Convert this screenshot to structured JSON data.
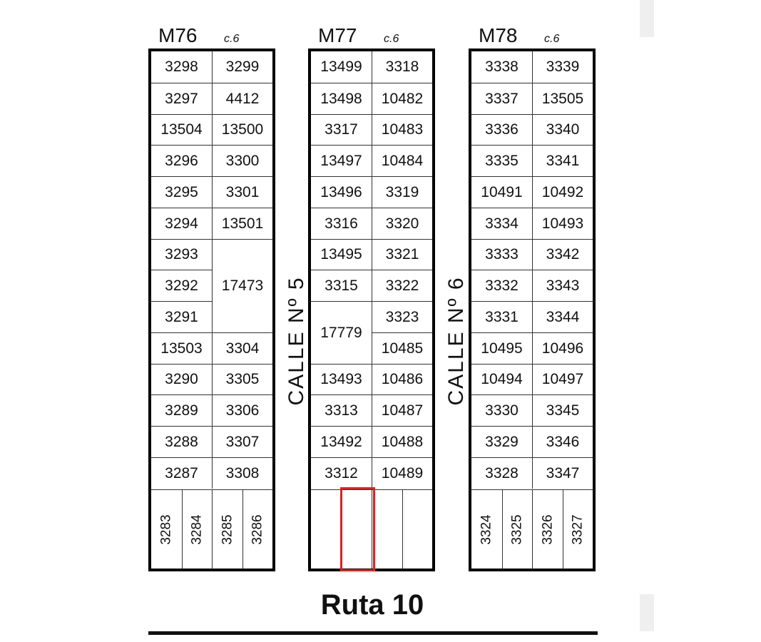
{
  "blocks": {
    "m76": {
      "label": "M76",
      "sub": "c.6",
      "rows": [
        [
          "3298",
          "3299"
        ],
        [
          "3297",
          "4412"
        ],
        [
          "13504",
          "13500"
        ],
        [
          "3296",
          "3300"
        ],
        [
          "3295",
          "3301"
        ],
        [
          "3294",
          "13501"
        ],
        [
          "3293",
          ""
        ],
        [
          "3292",
          "17473"
        ],
        [
          "3291",
          ""
        ],
        [
          "13503",
          "3304"
        ],
        [
          "3290",
          "3305"
        ],
        [
          "3289",
          "3306"
        ],
        [
          "3288",
          "3307"
        ],
        [
          "3287",
          "3308"
        ]
      ],
      "bottom": [
        "3283",
        "3284",
        "3285",
        "3286"
      ]
    },
    "m77": {
      "label": "M77",
      "sub": "c.6",
      "rows": [
        [
          "13499",
          "3318"
        ],
        [
          "13498",
          "10482"
        ],
        [
          "3317",
          "10483"
        ],
        [
          "13497",
          "10484"
        ],
        [
          "13496",
          "3319"
        ],
        [
          "3316",
          "3320"
        ],
        [
          "13495",
          "3321"
        ],
        [
          "3315",
          "3322"
        ],
        [
          "",
          "3323"
        ],
        [
          "17779",
          "10485"
        ],
        [
          "13493",
          "10486"
        ],
        [
          "3313",
          "10487"
        ],
        [
          "13492",
          "10488"
        ],
        [
          "3312",
          "10489"
        ]
      ],
      "bottom": [
        "",
        "",
        "",
        ""
      ]
    },
    "m78": {
      "label": "M78",
      "sub": "c.6",
      "rows": [
        [
          "3338",
          "3339"
        ],
        [
          "3337",
          "13505"
        ],
        [
          "3336",
          "3340"
        ],
        [
          "3335",
          "3341"
        ],
        [
          "10491",
          "10492"
        ],
        [
          "3334",
          "10493"
        ],
        [
          "3333",
          "3342"
        ],
        [
          "3332",
          "3343"
        ],
        [
          "3331",
          "3344"
        ],
        [
          "10495",
          "10496"
        ],
        [
          "10494",
          "10497"
        ],
        [
          "3330",
          "3345"
        ],
        [
          "3329",
          "3346"
        ],
        [
          "3328",
          "3347"
        ]
      ],
      "bottom": [
        "3324",
        "3325",
        "3326",
        "3327"
      ]
    }
  },
  "streets": {
    "calle5": "CALLE   Nº 5",
    "calle6": "CALLE   Nº 6"
  },
  "route": {
    "label": "Ruta 10"
  },
  "colors": {
    "highlight": "#e02020",
    "border": "#000000"
  }
}
